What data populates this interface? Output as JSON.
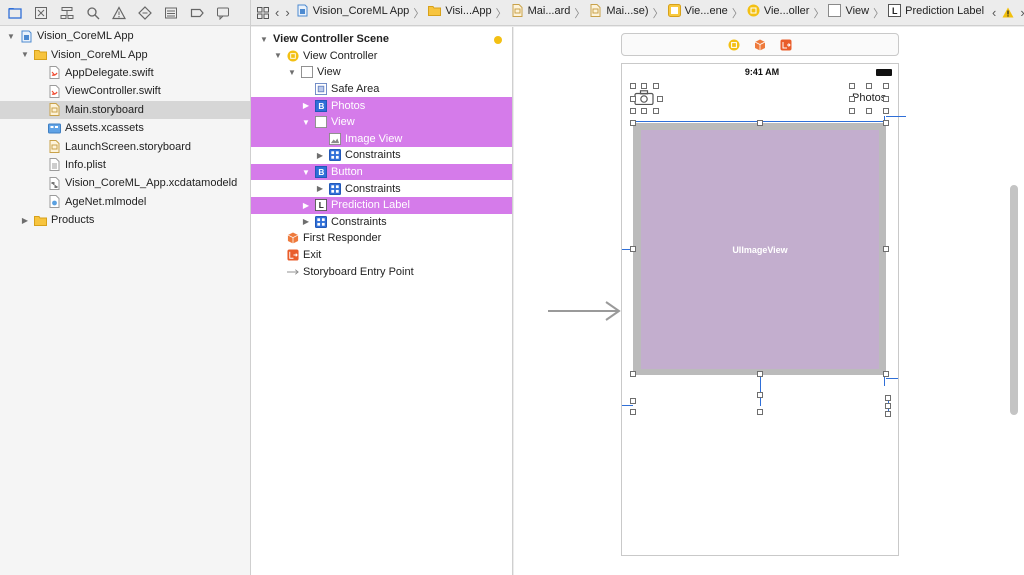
{
  "navigator": {
    "files": [
      {
        "label": "Vision_CoreML App",
        "indent": 0,
        "icon": "project-icon",
        "disclosure": "open",
        "selected": false
      },
      {
        "label": "Vision_CoreML App",
        "indent": 1,
        "icon": "folder-icon",
        "disclosure": "open",
        "selected": false
      },
      {
        "label": "AppDelegate.swift",
        "indent": 2,
        "icon": "swift-file-icon",
        "disclosure": "",
        "selected": false
      },
      {
        "label": "ViewController.swift",
        "indent": 2,
        "icon": "swift-file-icon",
        "disclosure": "",
        "selected": false
      },
      {
        "label": "Main.storyboard",
        "indent": 2,
        "icon": "storyboard-icon",
        "disclosure": "",
        "selected": true
      },
      {
        "label": "Assets.xcassets",
        "indent": 2,
        "icon": "assets-icon",
        "disclosure": "",
        "selected": false
      },
      {
        "label": "LaunchScreen.storyboard",
        "indent": 2,
        "icon": "storyboard-icon",
        "disclosure": "",
        "selected": false
      },
      {
        "label": "Info.plist",
        "indent": 2,
        "icon": "plist-icon",
        "disclosure": "",
        "selected": false
      },
      {
        "label": "Vision_CoreML_App.xcdatamodeld",
        "indent": 2,
        "icon": "datamodel-icon",
        "disclosure": "",
        "selected": false
      },
      {
        "label": "AgeNet.mlmodel",
        "indent": 2,
        "icon": "mlmodel-icon",
        "disclosure": "",
        "selected": false
      },
      {
        "label": "Products",
        "indent": 1,
        "icon": "folder-icon",
        "disclosure": "closed",
        "selected": false
      }
    ],
    "toolbar_icons": [
      "folder-navigator-icon",
      "source-control-icon",
      "hierarchy-icon",
      "search-icon",
      "warning-icon",
      "test-icon",
      "debug-icon",
      "breakpoint-icon",
      "report-icon"
    ]
  },
  "jumpbar": {
    "segments": [
      {
        "label": "Vision_CoreML App",
        "icon": "project-icon"
      },
      {
        "label": "Visi...App",
        "icon": "folder-icon"
      },
      {
        "label": "Mai...ard",
        "icon": "storyboard-icon"
      },
      {
        "label": "Mai...se)",
        "icon": "storyboard-icon"
      },
      {
        "label": "Vie...ene",
        "icon": "scene-icon"
      },
      {
        "label": "Vie...oller",
        "icon": "view-controller-icon"
      },
      {
        "label": "View",
        "icon": "view-icon"
      },
      {
        "label": "Prediction Label",
        "icon": "label-icon"
      }
    ]
  },
  "outline": {
    "rows": [
      {
        "label": "View Controller Scene",
        "indent": 0,
        "icon": "",
        "disclosure": "open",
        "hl": false,
        "scene": true
      },
      {
        "label": "View Controller",
        "indent": 1,
        "icon": "view-controller-icon",
        "disclosure": "open",
        "hl": false,
        "scene": false
      },
      {
        "label": "View",
        "indent": 2,
        "icon": "view-icon",
        "disclosure": "open",
        "hl": false,
        "scene": false
      },
      {
        "label": "Safe Area",
        "indent": 3,
        "icon": "safe-area-icon",
        "disclosure": "",
        "hl": false,
        "scene": false
      },
      {
        "label": "Photos",
        "indent": 3,
        "icon": "button-icon",
        "disclosure": "closed",
        "hl": true,
        "scene": false
      },
      {
        "label": "View",
        "indent": 3,
        "icon": "view-icon",
        "disclosure": "open",
        "hl": true,
        "scene": false
      },
      {
        "label": "Image View",
        "indent": 4,
        "icon": "image-view-icon",
        "disclosure": "",
        "hl": true,
        "scene": false
      },
      {
        "label": "Constraints",
        "indent": 4,
        "icon": "constraints-icon",
        "disclosure": "closed",
        "hl": false,
        "scene": false
      },
      {
        "label": "Button",
        "indent": 3,
        "icon": "button-icon",
        "disclosure": "open",
        "hl": true,
        "scene": false
      },
      {
        "label": "Constraints",
        "indent": 4,
        "icon": "constraints-icon",
        "disclosure": "closed",
        "hl": false,
        "scene": false
      },
      {
        "label": "Prediction Label",
        "indent": 3,
        "icon": "label-icon",
        "disclosure": "closed",
        "hl": true,
        "scene": false
      },
      {
        "label": "Constraints",
        "indent": 3,
        "icon": "constraints-icon",
        "disclosure": "closed",
        "hl": false,
        "scene": false
      },
      {
        "label": "First Responder",
        "indent": 1,
        "icon": "first-responder-icon",
        "disclosure": "",
        "hl": false,
        "scene": false
      },
      {
        "label": "Exit",
        "indent": 1,
        "icon": "exit-icon",
        "disclosure": "",
        "hl": false,
        "scene": false
      },
      {
        "label": "Storyboard Entry Point",
        "indent": 1,
        "icon": "entry-point-icon",
        "disclosure": "",
        "hl": false,
        "scene": false
      }
    ]
  },
  "canvas": {
    "status_time": "9:41 AM",
    "image_view_label": "UIImageView",
    "photos_button": "Photos"
  },
  "colors": {
    "highlight": "#d57bea",
    "image_fill": "#c3aece",
    "constraint": "#2f6fd8"
  }
}
